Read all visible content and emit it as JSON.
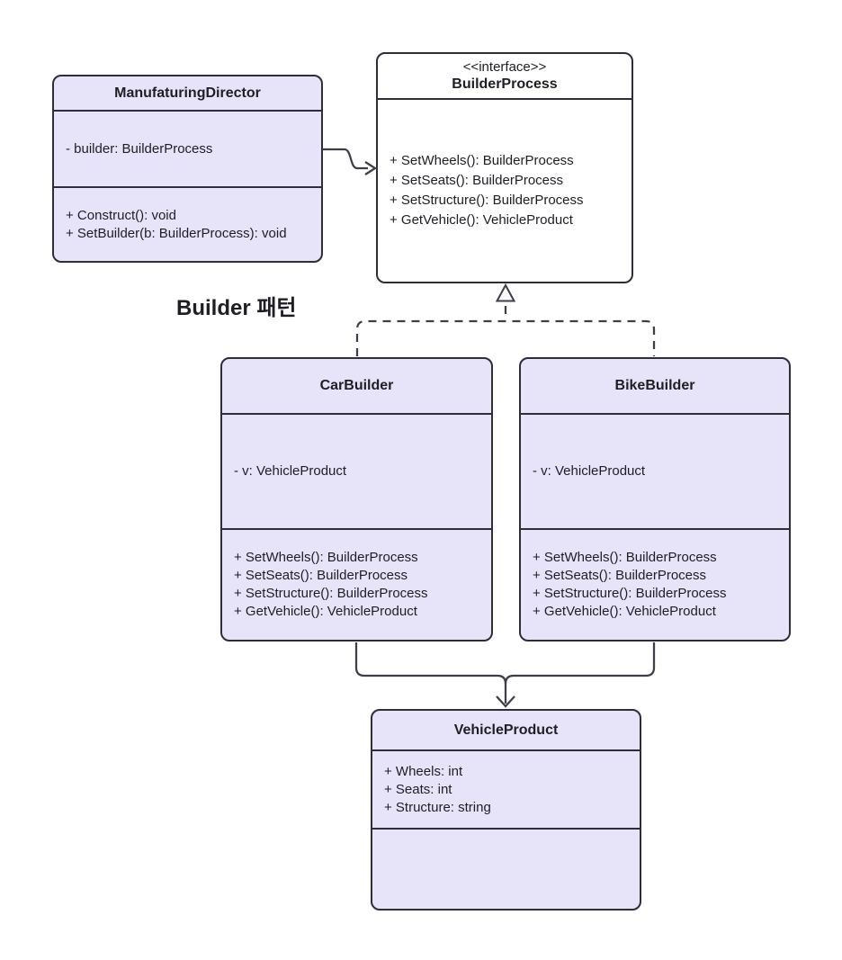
{
  "diagram_title": "Builder 패턴",
  "classes": {
    "director": {
      "name": "ManufaturingDirector",
      "attributes": [
        "- builder: BuilderProcess"
      ],
      "methods": [
        "+ Construct(): void",
        "+ SetBuilder(b: BuilderProcess): void"
      ]
    },
    "builder_process": {
      "stereotype": "<<interface>>",
      "name": "BuilderProcess",
      "attributes": [],
      "methods": [
        "+ SetWheels(): BuilderProcess",
        "+ SetSeats(): BuilderProcess",
        "+ SetStructure(): BuilderProcess",
        "+ GetVehicle(): VehicleProduct"
      ]
    },
    "car_builder": {
      "name": "CarBuilder",
      "attributes": [
        "- v: VehicleProduct"
      ],
      "methods": [
        "+ SetWheels(): BuilderProcess",
        "+ SetSeats(): BuilderProcess",
        "+ SetStructure(): BuilderProcess",
        "+ GetVehicle(): VehicleProduct"
      ]
    },
    "bike_builder": {
      "name": "BikeBuilder",
      "attributes": [
        "- v: VehicleProduct"
      ],
      "methods": [
        "+ SetWheels(): BuilderProcess",
        "+ SetSeats(): BuilderProcess",
        "+ SetStructure(): BuilderProcess",
        "+ GetVehicle(): VehicleProduct"
      ]
    },
    "vehicle_product": {
      "name": "VehicleProduct",
      "attributes": [
        "+ Wheels: int",
        "+ Seats: int",
        "+ Structure: string"
      ],
      "methods": []
    }
  },
  "relations": {
    "association": "ManufaturingDirector -> BuilderProcess",
    "realization_left": "CarBuilder ..|> BuilderProcess",
    "realization_right": "BikeBuilder ..|> BuilderProcess",
    "dependency": "CarBuilder & BikeBuilder -> VehicleProduct"
  },
  "theme": {
    "class_fill": "#e7e3f9",
    "interface_fill": "#ffffff",
    "box_stroke": "#2f2e38",
    "text_color": "#1e1e24",
    "connector_color": "#3f3e49",
    "background": "#ffffff"
  }
}
